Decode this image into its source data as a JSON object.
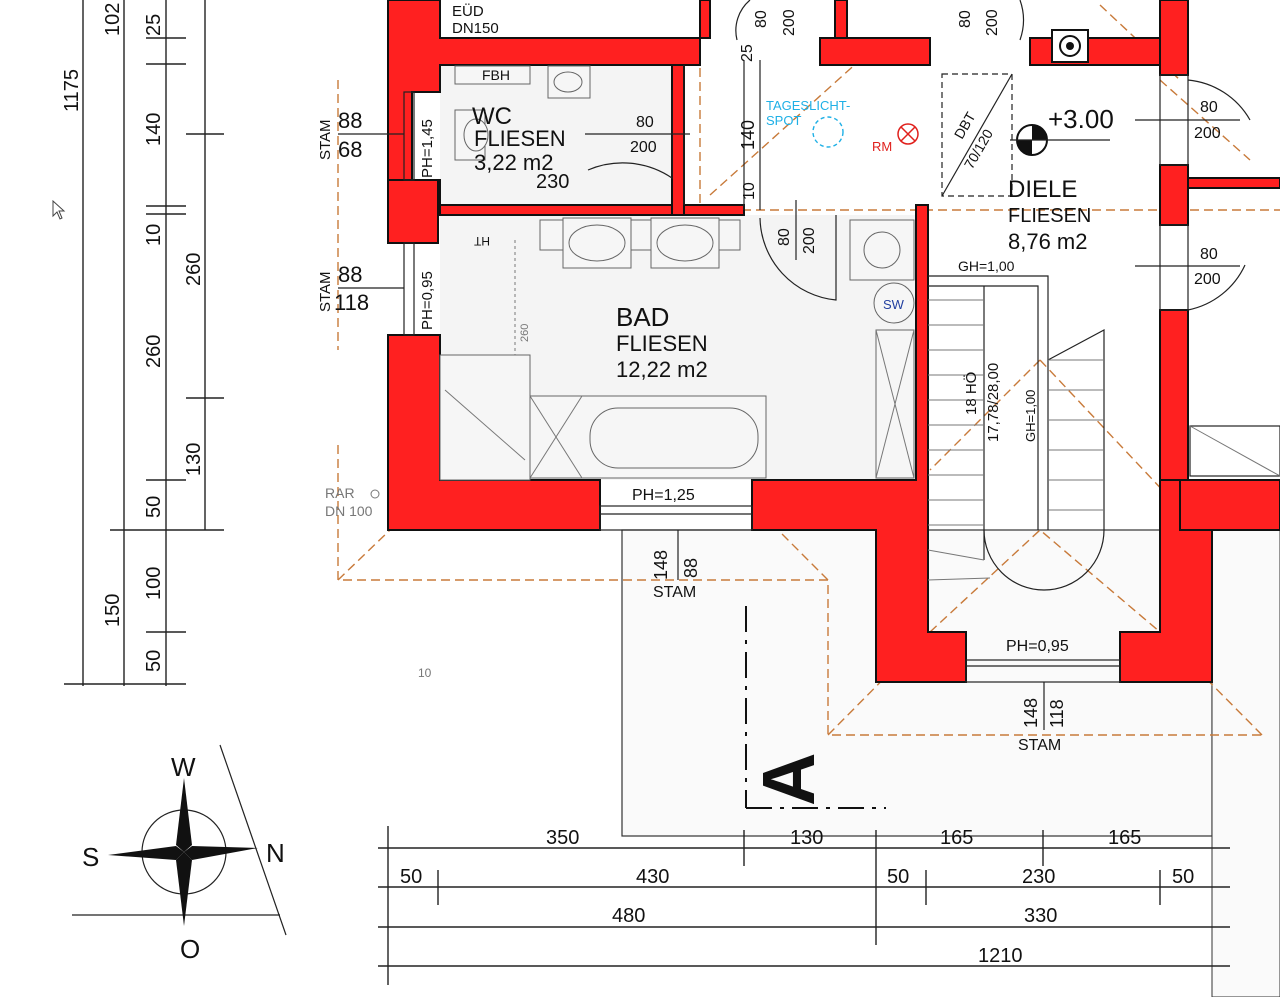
{
  "rooms": {
    "wc": {
      "name": "WC",
      "finish": "FLIESEN",
      "area": "3,22  m2",
      "width": "230"
    },
    "bad": {
      "name": "BAD",
      "finish": "FLIESEN",
      "area": "12,22  m2"
    },
    "diele": {
      "name": "DIELE",
      "finish": "FLIESEN",
      "area": "8,76  m2",
      "level": "+3.00"
    }
  },
  "labels": {
    "euod": "EÜD",
    "dn150": "DN150",
    "fbh": "FBH",
    "ht": "HT",
    "tageslicht_1": "TAGESLICHT-",
    "tageslicht_2": "SPOT",
    "rm": "RM",
    "dbt_1": "DBT",
    "dbt_2": "70/120",
    "gh_top": "GH=1,00",
    "gh_side": "GH=1,00",
    "stair_1": "18 HÖ",
    "stair_2": "17,78/28,00",
    "sw": "SW",
    "small_260": "260",
    "rar_1": "RAR",
    "rar_2": "DN 100",
    "ph_125": "PH=1,25",
    "ph_095_bottom": "PH=0,95",
    "ph_145": "PH=1,45",
    "ph_095_side": "PH=0,95",
    "section_mark": "A",
    "tiny_10": "10"
  },
  "window_labels": {
    "w1": {
      "stam": "STAM",
      "a": "88",
      "b": "68"
    },
    "w2": {
      "stam": "STAM",
      "a": "88",
      "b": "118"
    },
    "w3": {
      "stam": "STAM",
      "a": "148",
      "b": "88"
    },
    "w4": {
      "stam": "STAM",
      "a": "148",
      "b": "118"
    }
  },
  "door_labels": {
    "d_wc": {
      "w": "80",
      "h": "200"
    },
    "d_bad": {
      "w": "80",
      "h": "200"
    },
    "d_top1": {
      "w": "80",
      "h": "200"
    },
    "d_top2": {
      "w": "80",
      "h": "200"
    },
    "d_right1": {
      "w": "80",
      "h": "200"
    },
    "d_right2": {
      "w": "80",
      "h": "200"
    },
    "d_top_corridor": {
      "a": "25",
      "b": "140",
      "c": "10"
    }
  },
  "dimensions_left": {
    "outer": "1175",
    "col1": [
      "102",
      "150"
    ],
    "col2": [
      "25",
      "140",
      "10",
      "260",
      "50",
      "100",
      "50"
    ],
    "col3": [
      "260",
      "130"
    ]
  },
  "dimensions_bottom": {
    "row1": [
      "350",
      "130",
      "165",
      "165"
    ],
    "row2": [
      "50",
      "430",
      "50",
      "230",
      "50"
    ],
    "row3": [
      "480",
      "330"
    ],
    "row4": [
      "1210"
    ]
  },
  "compass": {
    "w": "W",
    "n": "N",
    "s": "S",
    "o": "O"
  },
  "colors": {
    "wall": "#ff2020",
    "hatch_dash": "#c87a3a",
    "light": "#1fb0e6",
    "alarm": "#e0201c",
    "floor": "#f4f4f4"
  }
}
